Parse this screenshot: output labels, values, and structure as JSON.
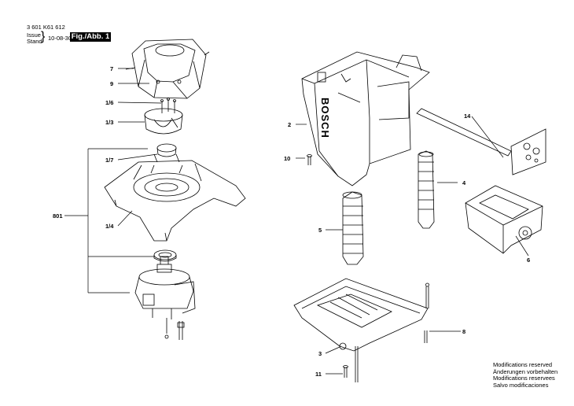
{
  "header": {
    "part_number": "3 601 K61 612",
    "issue_label": "Issue",
    "stand_label": "Stand",
    "date": "10-08-30",
    "figure_label": "Fig./Abb. 1"
  },
  "callouts": {
    "c7": "7",
    "c9": "9",
    "c1_6": "1/6",
    "c1_3": "1/3",
    "c1_7": "1/7",
    "c801": "801",
    "c1_4": "1/4",
    "c2": "2",
    "c10": "10",
    "c14": "14",
    "c4": "4",
    "c5": "5",
    "c6": "6",
    "c8": "8",
    "c3": "3",
    "c11": "11"
  },
  "brand_mark": "BOSCH",
  "notes": [
    "Modifications reserved",
    "Änderungen vorbehalten",
    "Modifications reservees",
    "Salvo modificaciones"
  ]
}
